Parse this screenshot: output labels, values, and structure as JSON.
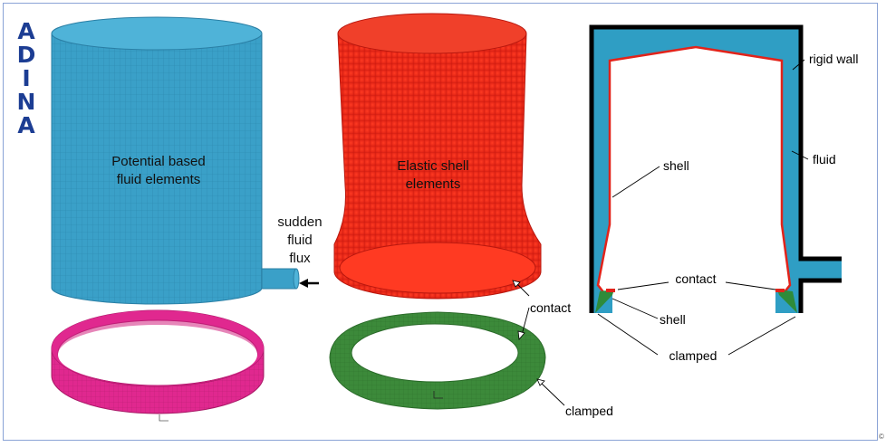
{
  "logo": {
    "letters": [
      "A",
      "D",
      "I",
      "N",
      "A"
    ]
  },
  "left_model": {
    "cylinder_label_line1": "Potential based",
    "cylinder_label_line2": "fluid elements",
    "flux_line1": "sudden",
    "flux_line2": "fluid",
    "flux_line3": "flux",
    "colors": {
      "fluid": "#3aa0c8",
      "ring": "#e0288f"
    }
  },
  "middle_model": {
    "shell_label_line1": "Elastic shell",
    "shell_label_line2": "elements",
    "contact_label": "contact",
    "clamped_label": "clamped",
    "colors": {
      "shell": "#e8281c",
      "base": "#3c8a3a"
    }
  },
  "cross_section": {
    "rigid_wall_label": "rigid wall",
    "fluid_label": "fluid",
    "shell_label": "shell",
    "contact_label": "contact",
    "shell_lower_label": "shell",
    "clamped_label": "clamped",
    "colors": {
      "fluid": "#2f9ec4",
      "wall": "#000000",
      "shell": "#e2231a",
      "base": "#2e8b3a"
    }
  },
  "copyright_mark": "©"
}
